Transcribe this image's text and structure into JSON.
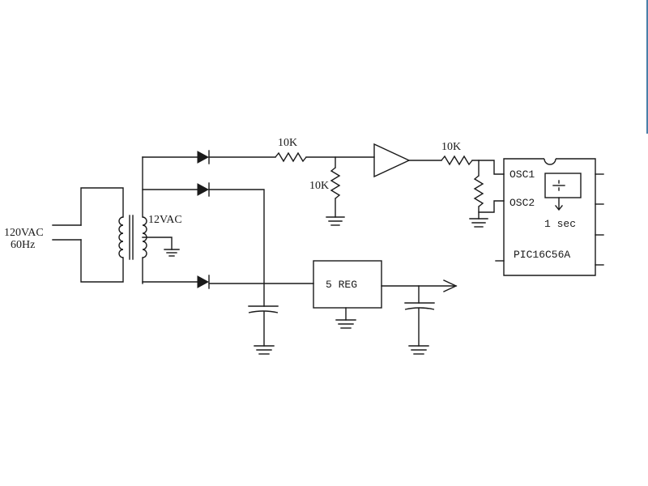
{
  "labels": {
    "input_voltage": "120VAC",
    "input_freq": "60Hz",
    "secondary": "12VAC",
    "r1": "10K",
    "r2": "10K",
    "r3": "10K",
    "regulator": "5 REG",
    "osc1": "OSC1",
    "osc2": "OSC2",
    "timer": "1 sec",
    "chip": "PIC16C56A"
  }
}
